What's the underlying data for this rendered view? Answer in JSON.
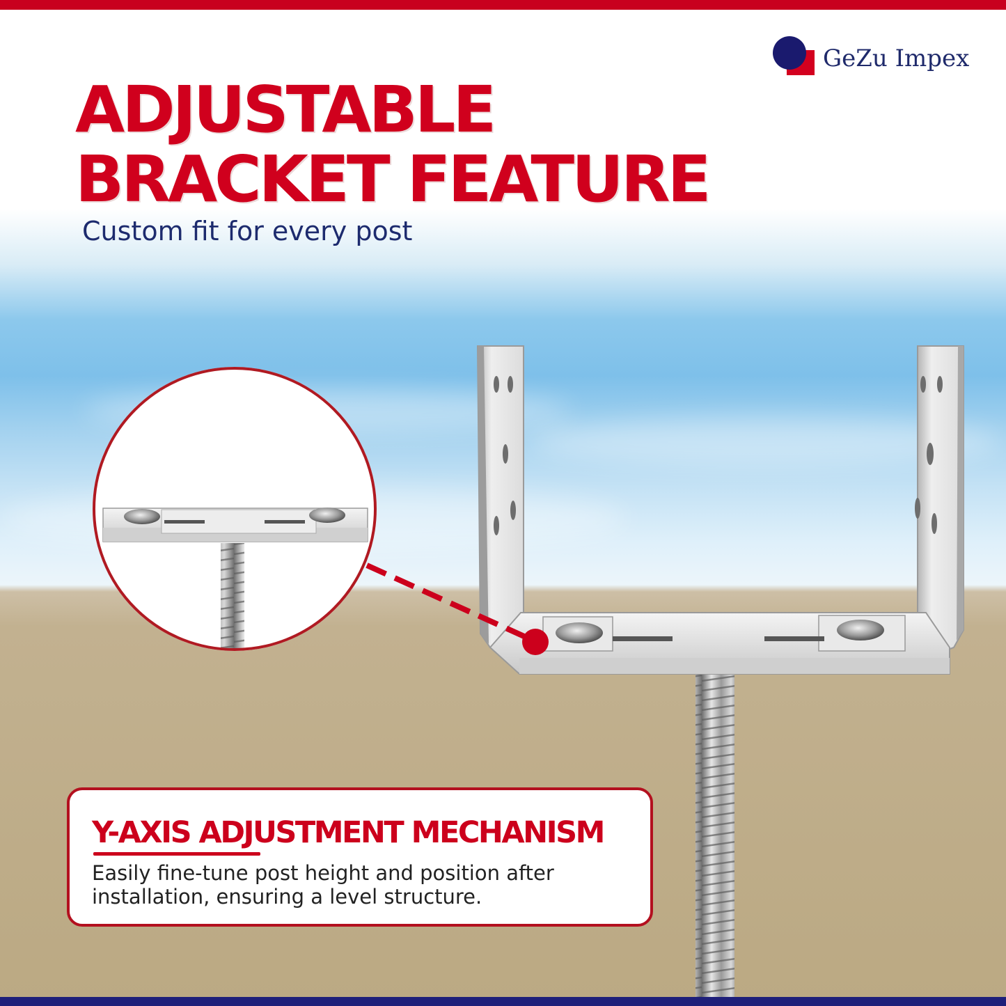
{
  "brand": {
    "name": "GeZu Impex",
    "colors": {
      "red": "#c8001e",
      "navy": "#1f2a6b",
      "bottom_bar": "#1e1f7a"
    }
  },
  "headline": {
    "line1": "ADJUSTABLE",
    "line2": "BRACKET FEATURE"
  },
  "subtitle": "Custom fit for every post",
  "product_image": {
    "icons": [
      "u-bracket-icon",
      "threaded-rod-icon",
      "zoom-magnifier-icon"
    ]
  },
  "callout": {
    "title": "Y-AXIS ADJUSTMENT MECHANISM",
    "body": "Easily fine-tune post height and position after installation, ensuring a level structure."
  }
}
